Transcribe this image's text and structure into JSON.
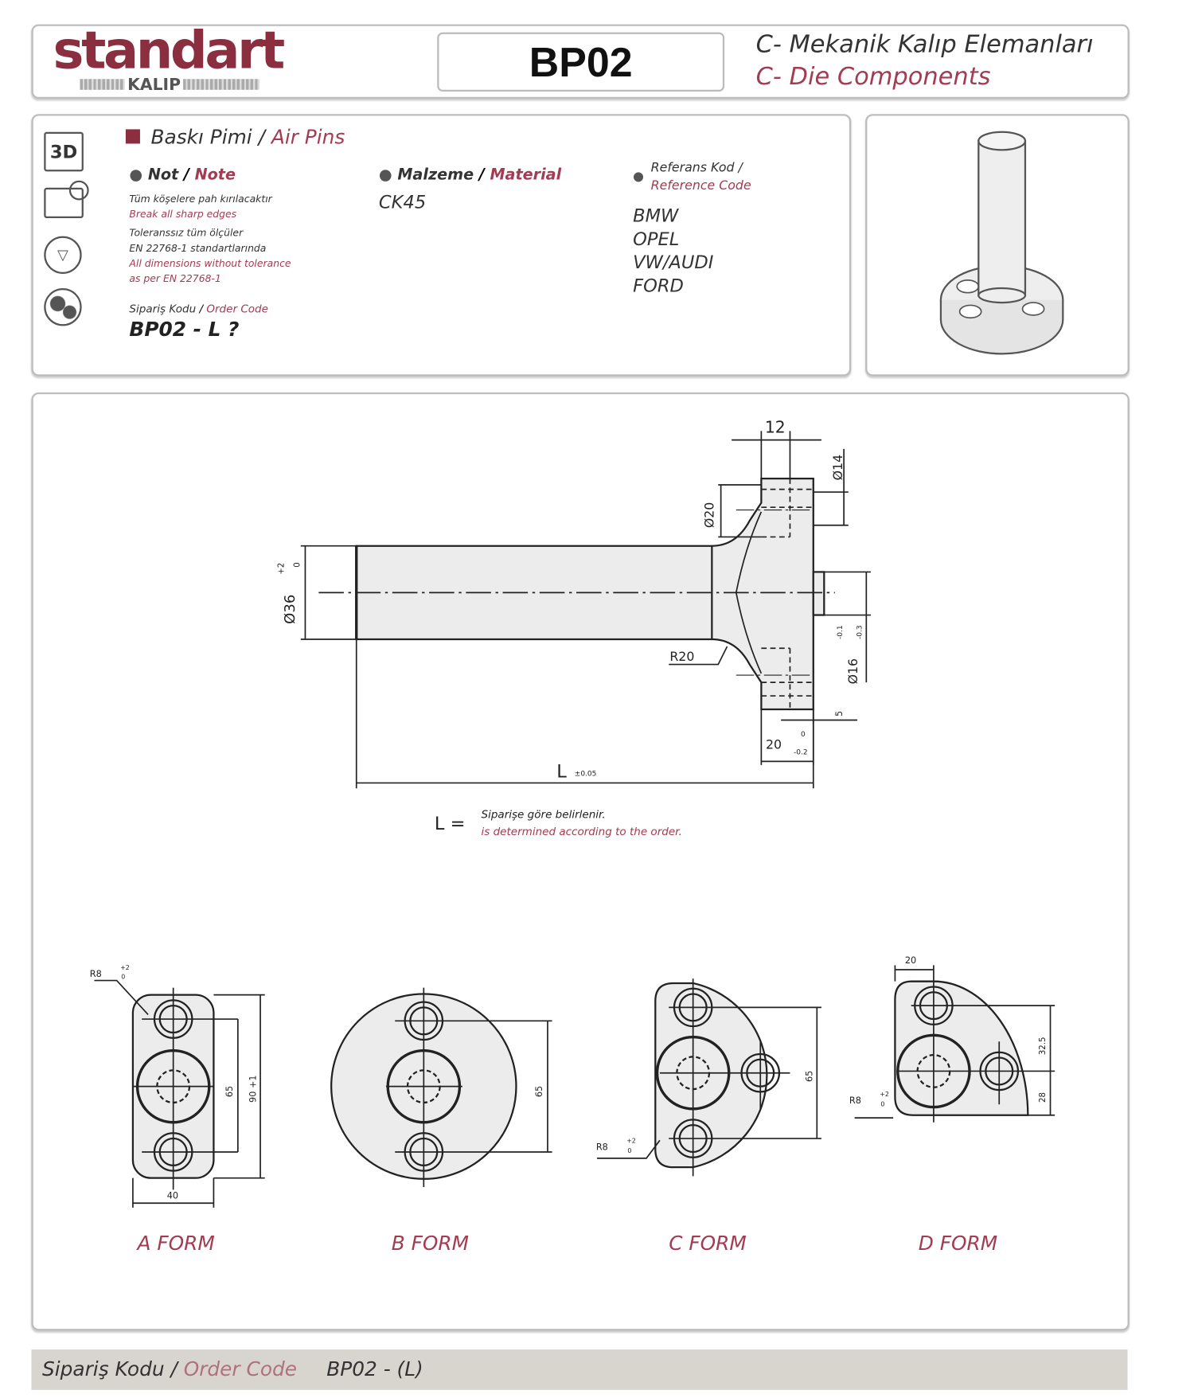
{
  "header": {
    "logo_main": "standart",
    "logo_sub": "KALIP",
    "product_code": "BP02",
    "category_tr": "C- Mekanik Kalıp Elemanları",
    "category_en": "C- Die Components"
  },
  "info": {
    "title_tr": "Baskı Pimi",
    "title_sep": " / ",
    "title_en": "Air Pins",
    "note": {
      "label_tr": "Not",
      "label_en": "Note",
      "lines": [
        {
          "text": "Tüm köşelere pah kırılacaktır",
          "lang": "tr"
        },
        {
          "text": "Break all sharp edges",
          "lang": "en"
        },
        {
          "text": "Toleranssız tüm ölçüler",
          "lang": "tr"
        },
        {
          "text": "EN 22768-1 standartlarında",
          "lang": "tr"
        },
        {
          "text": "All dimensions without tolerance",
          "lang": "en"
        },
        {
          "text": "as per EN 22768-1",
          "lang": "en"
        }
      ]
    },
    "order": {
      "label_tr": "Sipariş Kodu",
      "label_en": "Order Code",
      "value": "BP02 - L ?"
    },
    "material": {
      "label_tr": "Malzeme",
      "label_en": "Material",
      "value": "CK45"
    },
    "reference": {
      "label_tr": "Referans Kod /",
      "label_en": "Reference Code",
      "values": [
        "BMW",
        "OPEL",
        "VW/AUDI",
        "FORD"
      ]
    },
    "side_icons": [
      "3d-icon",
      "cad-icon",
      "tolerance-icon",
      "globe-icon"
    ],
    "side_icon_3d_text": "3D"
  },
  "drawing": {
    "dims": {
      "d36": "Ø36",
      "d36_tol_up": "+2",
      "d36_tol_lo": "0",
      "w12": "12",
      "d14": "Ø14",
      "d20": "Ø20",
      "d16": "Ø16",
      "d16_tol_up": "-0.1",
      "d16_tol_lo": "-0.3",
      "r20": "R20",
      "w20": "20",
      "w20_tol_up": "0",
      "w20_tol_lo": "-0.2",
      "w5": "5",
      "L": "L",
      "L_tol": "±0.05"
    },
    "l_note": {
      "prefix": "L =",
      "tr": "Siparişe göre belirlenir.",
      "en": "is determined according to the order."
    },
    "forms": {
      "a": {
        "label": "A FORM",
        "r": "R8",
        "r_tol_up": "+2",
        "r_tol_lo": "0",
        "h65": "65",
        "h90": "90 +1",
        "w40": "40"
      },
      "b": {
        "label": "B FORM",
        "h65": "65"
      },
      "c": {
        "label": "C FORM",
        "r": "R8",
        "r_tol_up": "+2",
        "r_tol_lo": "0",
        "h65": "65"
      },
      "d": {
        "label": "D FORM",
        "r": "R8",
        "r_tol_up": "+2",
        "r_tol_lo": "0",
        "w20": "20",
        "h325": "32.5",
        "h28": "28"
      }
    }
  },
  "footer": {
    "label_tr": "Sipariş Kodu / ",
    "label_en": "Order Code",
    "value": "BP02 - (L)"
  },
  "colors": {
    "brand": "#8b2e3f",
    "accent_text": "#a33b52",
    "footer_bg": "#d8d5cf",
    "part_fill": "#ececec"
  }
}
